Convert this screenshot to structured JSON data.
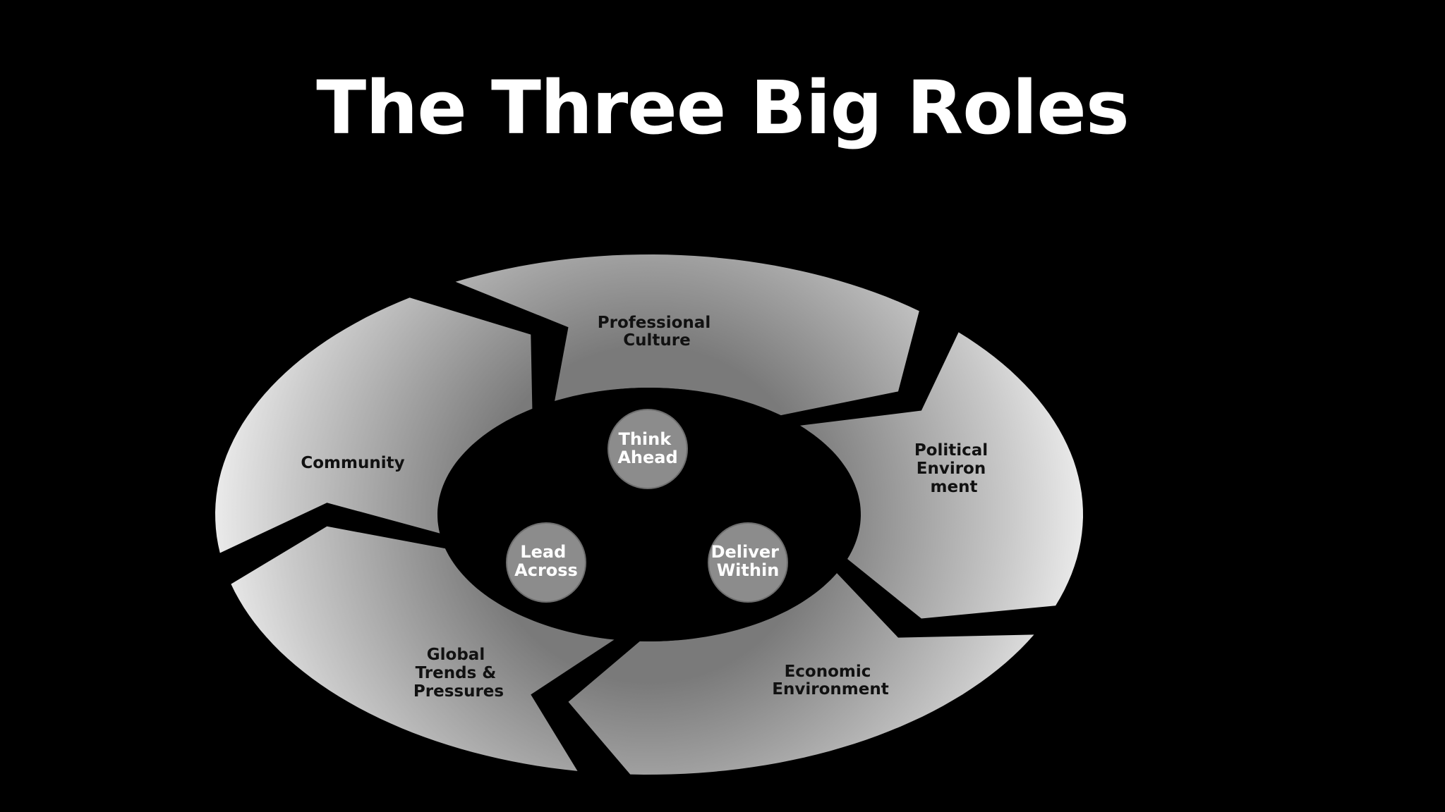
{
  "slide": {
    "title": "The Three Big Roles"
  },
  "diagram": {
    "segments": [
      {
        "lines": [
          "Professional",
          "Culture"
        ]
      },
      {
        "lines": [
          "Political",
          "Environ",
          "ment"
        ]
      },
      {
        "lines": [
          "Economic",
          "Environment"
        ]
      },
      {
        "lines": [
          "Global",
          "Trends &",
          "Pressures"
        ]
      },
      {
        "lines": [
          "Community"
        ]
      }
    ],
    "roles": [
      {
        "lines": [
          "Think",
          "Ahead"
        ]
      },
      {
        "lines": [
          "Lead",
          "Across"
        ]
      },
      {
        "lines": [
          "Deliver",
          "Within"
        ]
      }
    ]
  },
  "colors": {
    "background": "#000000",
    "title": "#ffffff",
    "segment_light": "#ffffff",
    "segment_dark": "#8a8a8a",
    "role_circle": "#8c8c8c",
    "role_text": "#ffffff",
    "segment_text": "#111111"
  }
}
